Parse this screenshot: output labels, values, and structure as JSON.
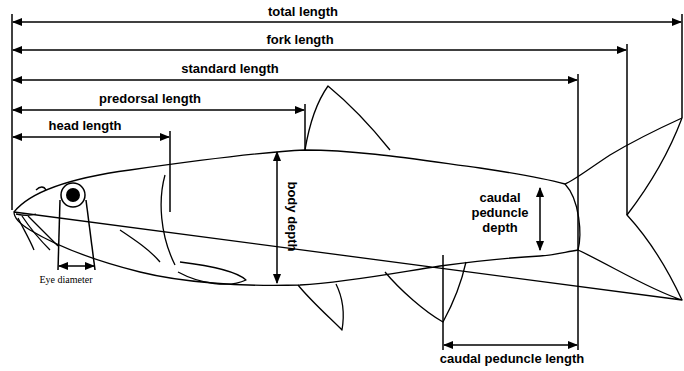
{
  "diagram": {
    "labels": [
      "total length",
      "fork length",
      "standard length",
      "predorsal length",
      "head length",
      "body depth",
      "caudal peduncle depth",
      "caudal peduncle length",
      "Eye diameter"
    ]
  }
}
